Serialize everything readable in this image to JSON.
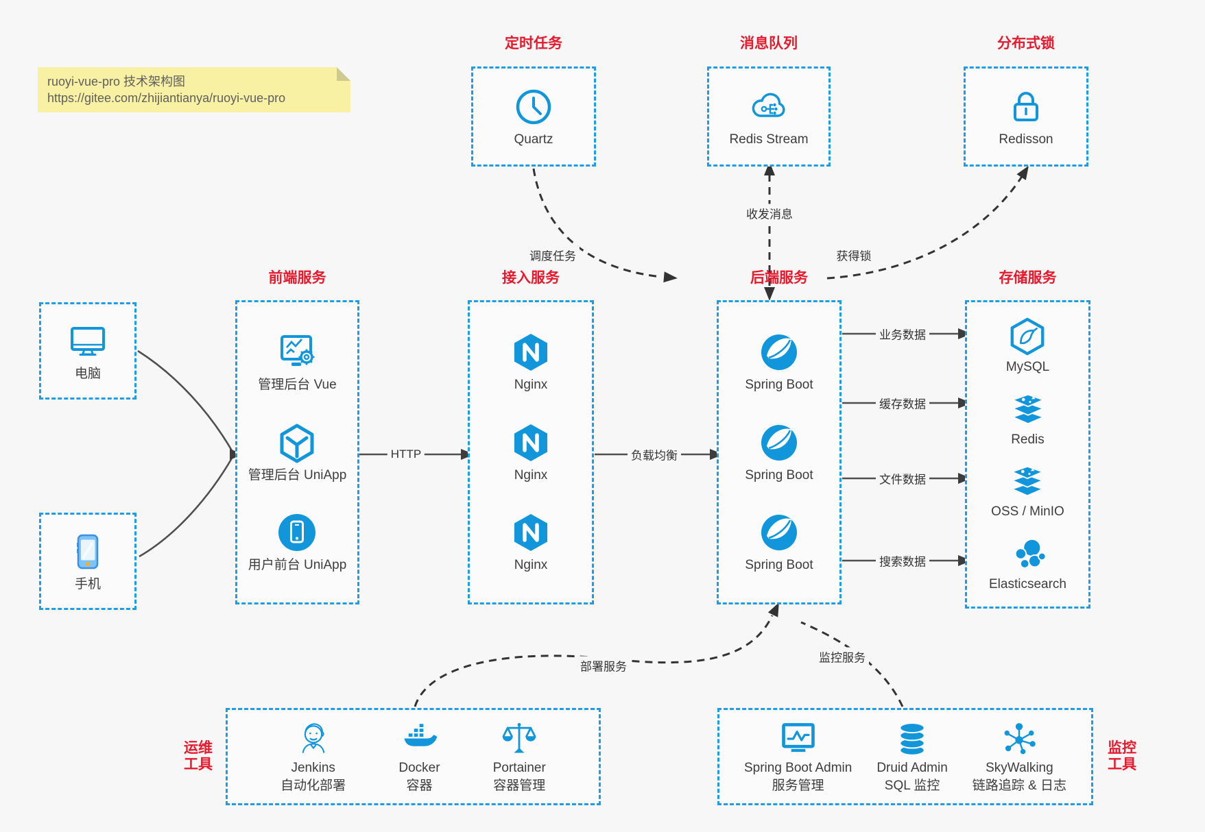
{
  "note": {
    "title": "ruoyi-vue-pro 技术架构图",
    "url": "https://gitee.com/zhijiantianya/ruoyi-vue-pro"
  },
  "colors": {
    "icon_blue": "#1296db",
    "border_blue": "#1e9ce6",
    "title_red": "#e8192d",
    "arrow_gray": "#4f4f4f",
    "dashed_dark": "#333333",
    "background": "#f7f7f7",
    "note_yellow": "#f8f0a3"
  },
  "top_groups": [
    {
      "title": "定时任务",
      "icon": "clock-icon",
      "label": "Quartz"
    },
    {
      "title": "消息队列",
      "icon": "cloud-hub-icon",
      "label": "Redis Stream"
    },
    {
      "title": "分布式锁",
      "icon": "lock-icon",
      "label": "Redisson"
    }
  ],
  "clients": [
    {
      "icon": "desktop-icon",
      "label": "电脑"
    },
    {
      "icon": "smartphone-icon",
      "label": "手机"
    }
  ],
  "columns": [
    {
      "title": "前端服务",
      "items": [
        {
          "icon": "admin-vue-icon",
          "label": "管理后台 Vue"
        },
        {
          "icon": "uniapp-cube-icon",
          "label": "管理后台 UniApp"
        },
        {
          "icon": "user-app-icon",
          "label": "用户前台 UniApp"
        }
      ]
    },
    {
      "title": "接入服务",
      "items": [
        {
          "icon": "nginx-icon",
          "label": "Nginx"
        },
        {
          "icon": "nginx-icon",
          "label": "Nginx"
        },
        {
          "icon": "nginx-icon",
          "label": "Nginx"
        }
      ]
    },
    {
      "title": "后端服务",
      "items": [
        {
          "icon": "spring-icon",
          "label": "Spring Boot"
        },
        {
          "icon": "spring-icon",
          "label": "Spring Boot"
        },
        {
          "icon": "spring-icon",
          "label": "Spring Boot"
        }
      ]
    },
    {
      "title": "存储服务",
      "items": [
        {
          "icon": "mysql-icon",
          "label": "MySQL"
        },
        {
          "icon": "redis-icon",
          "label": "Redis"
        },
        {
          "icon": "oss-icon",
          "label": "OSS / MinIO"
        },
        {
          "icon": "elasticsearch-icon",
          "label": "Elasticsearch"
        }
      ]
    }
  ],
  "edge_labels": {
    "http": "HTTP",
    "load_balance": "负载均衡",
    "business_data": "业务数据",
    "cache_data": "缓存数据",
    "file_data": "文件数据",
    "search_data": "搜索数据",
    "schedule_task": "调度任务",
    "send_receive_message": "收发消息",
    "acquire_lock": "获得锁",
    "deploy_service": "部署服务",
    "monitor_service": "监控服务"
  },
  "bottom_groups": [
    {
      "side_label": [
        "运维",
        "工具"
      ],
      "items": [
        {
          "icon": "jenkins-icon",
          "name": "Jenkins",
          "desc": "自动化部署"
        },
        {
          "icon": "docker-icon",
          "name": "Docker",
          "desc": "容器"
        },
        {
          "icon": "portainer-icon",
          "name": "Portainer",
          "desc": "容器管理"
        }
      ]
    },
    {
      "side_label": [
        "监控",
        "工具"
      ],
      "items": [
        {
          "icon": "spring-boot-admin-icon",
          "name": "Spring Boot Admin",
          "desc": "服务管理"
        },
        {
          "icon": "druid-icon",
          "name": "Druid Admin",
          "desc": "SQL 监控"
        },
        {
          "icon": "skywalking-icon",
          "name": "SkyWalking",
          "desc": "链路追踪 & 日志"
        }
      ]
    }
  ]
}
